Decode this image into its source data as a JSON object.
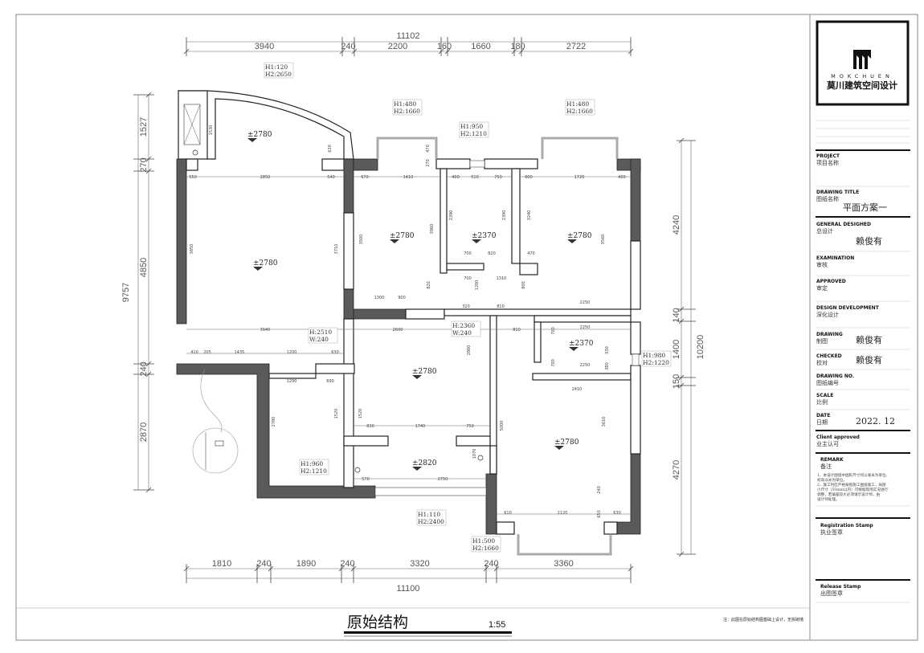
{
  "drawing": {
    "title": "原始结构",
    "scale": "1:55",
    "note": "注：此图在原始结构图基础上设计，无拆砌墙"
  },
  "dimensions": {
    "top_overall": "11102",
    "top_segments": [
      "3940",
      "240",
      "2200",
      "160",
      "1660",
      "180",
      "2722"
    ],
    "bottom_overall": "11100",
    "bottom_segments": [
      "1810",
      "240",
      "1890",
      "240",
      "3320",
      "240",
      "3360"
    ],
    "left_overall": "9757",
    "left_segments": [
      "1527",
      "270",
      "4850",
      "240",
      "2870"
    ],
    "right_overall": "10200",
    "right_segments": [
      "4240",
      "140",
      "1400",
      "150",
      "4270"
    ],
    "interior": [
      "550",
      "2850",
      "540",
      "670",
      "1410",
      "400",
      "510",
      "750",
      "600",
      "1720",
      "400",
      "3940",
      "2600",
      "410",
      "205",
      "1435",
      "1200",
      "630",
      "1200",
      "690",
      "830",
      "1740",
      "750",
      "2750",
      "570",
      "2250",
      "2250",
      "2410",
      "610",
      "2120",
      "630",
      "1300",
      "900",
      "700",
      "820",
      "470",
      "700",
      "1310",
      "320",
      "810",
      "810",
      "2250"
    ],
    "interior_vertical": [
      "1530",
      "630",
      "3850",
      "3710",
      "3500",
      "3960",
      "2390",
      "2390",
      "3240",
      "3560",
      "2860",
      "5000",
      "3610",
      "2780",
      "1520",
      "1520",
      "1070",
      "470",
      "270",
      "820",
      "1200",
      "800",
      "700",
      "700",
      "530",
      "380",
      "240",
      "650"
    ]
  },
  "elevations": [
    "±2780",
    "±2780",
    "±2780",
    "±2780",
    "±2780",
    "±2780",
    "±2370",
    "±2370",
    "±2820"
  ],
  "openings": [
    {
      "l1": "H1:120",
      "l2": "H2:2650"
    },
    {
      "l1": "H1:480",
      "l2": "H2:1660"
    },
    {
      "l1": "H1:950",
      "l2": "H2:1210"
    },
    {
      "l1": "H1:480",
      "l2": "H2:1660"
    },
    {
      "l1": "H:2510",
      "l2": "W:240"
    },
    {
      "l1": "H:2360",
      "l2": "W:240"
    },
    {
      "l1": "H1:980",
      "l2": "H2:1220"
    },
    {
      "l1": "H1:960",
      "l2": "H2:1210"
    },
    {
      "l1": "H1:110",
      "l2": "H2:2400"
    },
    {
      "l1": "H1:500",
      "l2": "H2:1660"
    }
  ],
  "title_block": {
    "logo_latin": "MOKCHUEN",
    "logo_cn": "莫川建筑空间设计",
    "project_label": "PROJECT",
    "project_cn": "项目名称",
    "drawing_title_label": "DRAWING TITLE",
    "drawing_title_cn": "图纸名称",
    "drawing_title_value": "平面方案一",
    "general_label": "GENERAL  DESIGHED",
    "general_cn": "总设计",
    "general_value": "赖俊有",
    "examination_label": "EXAMINATION",
    "examination_cn": "审核",
    "approved_label": "APPROVED",
    "approved_cn": "审定",
    "design_dev_label": "DESIGN DEVELOPMENT",
    "design_dev_cn": "深化设计",
    "drawing_label": "DRAWING",
    "drawing_cn": "制图",
    "drawing_value": "赖俊有",
    "checked_label": "CHECKED",
    "checked_cn": "校对",
    "checked_value": "赖俊有",
    "drawing_no_label": "DRAWING NO.",
    "drawing_no_cn": "图纸编号",
    "scale_label": "SCALE",
    "scale_cn": "比例",
    "date_label": "DATE",
    "date_cn": "日期",
    "date_value": "2022. 12",
    "client_label": "Client approved",
    "client_cn": "业主认可",
    "remark_label": "REMARK",
    "remark_cn": "备注",
    "remarks": [
      "1、本设计图纸中图形尺寸均以毫米为单位，",
      "   标高以米为单位。",
      "2、施工时应严格按照施工图纸施工，局部",
      "   小尺寸（50mm以内）可根据现场实况进行",
      "   调整，若偏差较大必须请示设计师，由",
      "   设计师处理。"
    ],
    "registration_label": "Registration Stamp",
    "registration_cn": "执业签章",
    "release_label": "Release Stamp",
    "release_cn": "出图签章"
  }
}
